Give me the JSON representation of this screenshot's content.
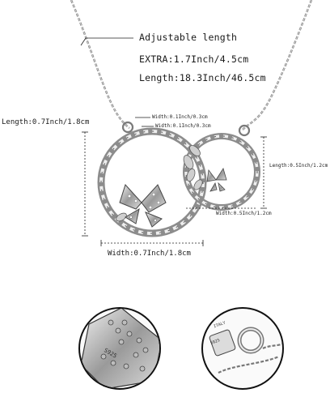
{
  "specs": {
    "adjustable": "Adjustable length",
    "extra": "EXTRA:1.7Inch/4.5cm",
    "length": "Length:18.3Inch/46.5cm",
    "pendant_length": "Length:0.7Inch/1.8cm",
    "small_width_1": "Width:0.1Inch/0.3cm",
    "small_width_2": "Width:0.1Inch/0.3cm",
    "small_length_right": "Length:0.5Inch/1.2cm",
    "small_width_mid": "Width:0.5Inch/1.2cm",
    "pendant_width": "Width:0.7Inch/1.8cm"
  },
  "engravings": {
    "pendant_stamp": "S925",
    "clasp_brand": "ITALY",
    "clasp_stamp": "S925"
  },
  "colors": {
    "silver_dark": "#6e6e6e",
    "silver_mid": "#a8a8a8",
    "silver_light": "#e6e6e6",
    "outline": "#111111"
  }
}
